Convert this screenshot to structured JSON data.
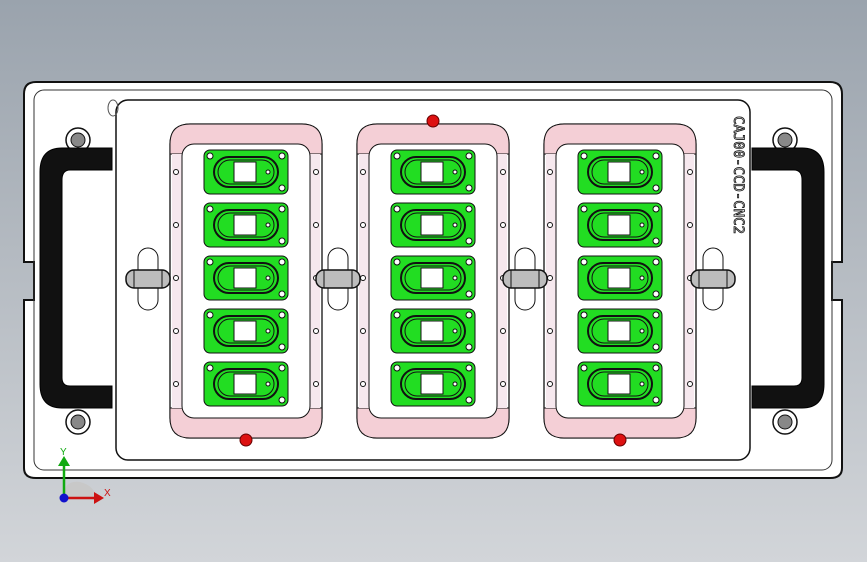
{
  "viewport": {
    "background_top": "#9aa3ad",
    "background_bottom": "#d2d5d9"
  },
  "part": {
    "engraving": "CAJ00-CCD-CNC2",
    "colors": {
      "plate": "#ffffff",
      "edge": "#111111",
      "handle": "#111111",
      "pocket_fill": "#22dd22",
      "pocket_rim": "#f4cfd6",
      "red_pin": "#dd1111",
      "sleeve": "#bdbdbd"
    },
    "fixtures": [
      {
        "name": "left-fixture",
        "pockets": 5
      },
      {
        "name": "center-fixture",
        "pockets": 5
      },
      {
        "name": "right-fixture",
        "pockets": 5
      }
    ],
    "handles": [
      "left-handle",
      "right-handle"
    ]
  },
  "triad": {
    "x_label": "X",
    "y_label": "Y",
    "x_color": "#cc1111",
    "y_color": "#11aa11",
    "z_color": "#1111cc"
  }
}
